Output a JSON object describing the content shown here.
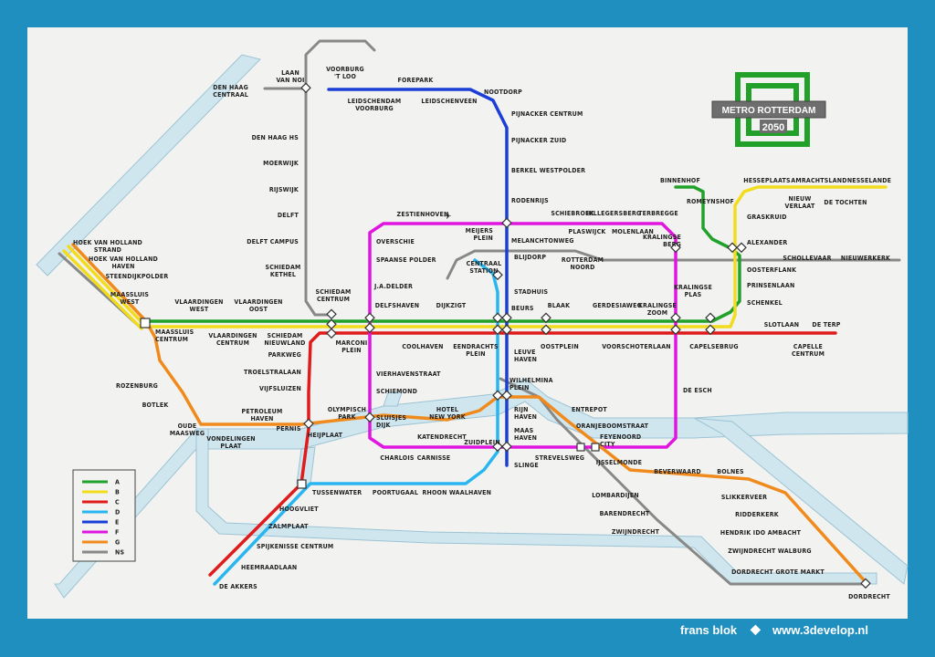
{
  "title": {
    "line1": "METRO ROTTERDAM",
    "line2": "2050"
  },
  "colors": {
    "A": "#22a12a",
    "B": "#f2dc1e",
    "C": "#e01b1b",
    "D": "#29b6f0",
    "E": "#1b3fd6",
    "F": "#e016e0",
    "G": "#f08a1c",
    "NS": "#888888",
    "water": "#cfe6ef",
    "frame": "#1e8fbf"
  },
  "legend": [
    {
      "key": "A",
      "label": "A"
    },
    {
      "key": "B",
      "label": "B"
    },
    {
      "key": "C",
      "label": "C"
    },
    {
      "key": "D",
      "label": "D"
    },
    {
      "key": "E",
      "label": "E"
    },
    {
      "key": "F",
      "label": "F"
    },
    {
      "key": "G",
      "label": "G"
    },
    {
      "key": "NS",
      "label": "NS"
    }
  ],
  "footer": {
    "author": "frans blok",
    "site": "www.3develop.nl"
  },
  "stations": {
    "den_haag_centraal": [
      "DEN HAAG",
      "CENTRAAL"
    ],
    "laan_van_noi": [
      "LAAN",
      "VAN NOI"
    ],
    "voorburg_tloo": [
      "VOORBURG",
      "'T LOO"
    ],
    "forepark": [
      "FOREPARK"
    ],
    "leidschendam": [
      "LEIDSCHENDAM",
      "VOORBURG"
    ],
    "leidschenveen": [
      "LEIDSCHENVEEN"
    ],
    "nootdorp": [
      "NOOTDORP"
    ],
    "pijnacker_centrum": [
      "PIJNACKER CENTRUM"
    ],
    "pijnacker_zuid": [
      "PIJNACKER ZUID"
    ],
    "berkel": [
      "BERKEL WESTPOLDER"
    ],
    "rodenrijs": [
      "RODENRIJS"
    ],
    "den_haag_hs": [
      "DEN HAAG HS"
    ],
    "moerwijk": [
      "MOERWIJK"
    ],
    "rijswijk": [
      "RIJSWIJK"
    ],
    "delft": [
      "DELFT"
    ],
    "delft_campus": [
      "DELFT CAMPUS"
    ],
    "schiedam_kethel": [
      "SCHIEDAM",
      "KETHEL"
    ],
    "zestienhoven": [
      "ZESTIENHOVEN"
    ],
    "overschie": [
      "OVERSCHIE"
    ],
    "spaanse_polder": [
      "SPAANSE POLDER"
    ],
    "meijersplein": [
      "MEIJERS",
      "PLEIN"
    ],
    "melanchtonweg": [
      "MELANCHTONWEG"
    ],
    "schiebroek": [
      "SCHIEBROEK"
    ],
    "hillegersberg": [
      "HILLEGERSBERG"
    ],
    "terbregge": [
      "TERBREGGE"
    ],
    "plaswijck": [
      "PLASWIJCK"
    ],
    "molenlaan": [
      "MOLENLAAN"
    ],
    "kralingse_berg": [
      "KRALINGSE",
      "BERG"
    ],
    "binnenhof": [
      "BINNENHOF"
    ],
    "romeynshof": [
      "ROMEYNSHOF"
    ],
    "hesseplaats": [
      "HESSEPLAATS"
    ],
    "nieuw_verlaat": [
      "NIEUW",
      "VERLAAT"
    ],
    "amerachtsland": [
      "AMRACHTSLAND"
    ],
    "de_tochten": [
      "DE TOCHTEN"
    ],
    "nesselande": [
      "NESSELANDE"
    ],
    "graskruid": [
      "GRASKRUID"
    ],
    "alexander": [
      "ALEXANDER"
    ],
    "schollevaar": [
      "SCHOLLEVAAR"
    ],
    "nieuwerkerk": [
      "NIEUWERKERK"
    ],
    "oosterflank": [
      "OOSTERFLANK"
    ],
    "prinsenlaan": [
      "PRINSENLAAN"
    ],
    "schenkel": [
      "SCHENKEL"
    ],
    "hoek_strand": [
      "HOEK VAN HOLLAND",
      "STRAND"
    ],
    "hoek_haven": [
      "HOEK VAN HOLLAND",
      "HAVEN"
    ],
    "steendijkpolder": [
      "STEENDIJKPOLDER"
    ],
    "maassluis_west": [
      "MAASSLUIS",
      "WEST"
    ],
    "maassluis_centrum": [
      "MAASSLUIS",
      "CENTRUM"
    ],
    "vlaardingen_west": [
      "VLAARDINGEN",
      "WEST"
    ],
    "vlaardingen_oost": [
      "VLAARDINGEN",
      "OOST"
    ],
    "schiedam_centrum": [
      "SCHIEDAM",
      "CENTRUM"
    ],
    "centraal_station": [
      "CENTRAAL",
      "STATION"
    ],
    "blijdorp": [
      "BLIJDORP"
    ],
    "rotterdam_noord": [
      "ROTTERDAM",
      "NOORD"
    ],
    "stadhuis": [
      "STADHUIS"
    ],
    "ja_delder": [
      "J.A.DELDER"
    ],
    "delfshaven": [
      "DELFSHAVEN"
    ],
    "dijkzigt": [
      "DIJKZIGT"
    ],
    "beurs": [
      "BEURS"
    ],
    "blaak": [
      "BLAAK"
    ],
    "gerdesiaweg": [
      "GERDESIAWEG"
    ],
    "kralingse_zoom": [
      "KRALINGSE",
      "ZOOM"
    ],
    "kralingse_plas": [
      "KRALINGSE",
      "PLAS"
    ],
    "vlaardingen_centrum": [
      "VLAARDINGEN",
      "CENTRUM"
    ],
    "schiedam_nieuwland": [
      "SCHIEDAM",
      "NIEUWLAND"
    ],
    "marconiplein": [
      "MARCONI",
      "PLEIN"
    ],
    "coolhaven": [
      "COOLHAVEN"
    ],
    "eendrachtsplein": [
      "EENDRACHTS",
      "PLEIN"
    ],
    "leuvehaven": [
      "LEUVE",
      "HAVEN"
    ],
    "oostplein": [
      "OOSTPLEIN"
    ],
    "voorschoterlaan": [
      "VOORSCHOTERLAAN"
    ],
    "capelsebrug": [
      "CAPELSEBRUG"
    ],
    "slotlaan": [
      "SLOTLAAN"
    ],
    "de_terp": [
      "DE TERP"
    ],
    "capelle_centrum": [
      "CAPELLE",
      "CENTRUM"
    ],
    "parkweg": [
      "PARKWEG"
    ],
    "troelstralaan": [
      "TROELSTRALAAN"
    ],
    "vijfsluizen": [
      "VIJFSLUIZEN"
    ],
    "vierhavenstraat": [
      "VIERHAVENSTRAAT"
    ],
    "schiemond": [
      "SCHIEMOND"
    ],
    "wilhelminaplein": [
      "WILHELMINA",
      "PLEIN"
    ],
    "de_esch": [
      "DE ESCH"
    ],
    "rozenburg": [
      "ROZENBURG"
    ],
    "botlek": [
      "BOTLEK"
    ],
    "oude_maasweg": [
      "OUDE",
      "MAASWEG"
    ],
    "petroleumhaven": [
      "PETROLEUM",
      "HAVEN"
    ],
    "vondelingenplaat": [
      "VONDELINGEN",
      "PLAAT"
    ],
    "pernis": [
      "PERNIS"
    ],
    "heijplaat": [
      "HEIJPLAAT"
    ],
    "olympisch_park": [
      "OLYMPISCH",
      "PARK"
    ],
    "sluisjesdijk": [
      "SLUISJES",
      "DIJK"
    ],
    "hotel_new_york": [
      "HOTEL",
      "NEW YORK"
    ],
    "katendrecht": [
      "KATENDRECHT"
    ],
    "rijnhaven": [
      "RIJN",
      "HAVEN"
    ],
    "maashaven": [
      "MAAS",
      "HAVEN"
    ],
    "zuidplein": [
      "ZUIDPLEIN"
    ],
    "charlois": [
      "CHARLOIS"
    ],
    "carnisse": [
      "CARNISSE"
    ],
    "slinge": [
      "SLINGE"
    ],
    "strevelsweg": [
      "STREVELSWEG"
    ],
    "entrepot": [
      "ENTREPOT"
    ],
    "oranjeboomstraat": [
      "ORANJEBOOMSTRAAT"
    ],
    "feijenoord_city": [
      "FEYENOORD",
      "CITY"
    ],
    "ijsselmonde": [
      "IJSSELMONDE"
    ],
    "beverwaard": [
      "BEVERWAARD"
    ],
    "bolnes": [
      "BOLNES"
    ],
    "slikkerveer": [
      "SLIKKERVEER"
    ],
    "ridderkerk": [
      "RIDDERKERK"
    ],
    "hendrik_ido_ambacht": [
      "HENDRIK IDO AMBACHT"
    ],
    "zwijndrecht_walburg": [
      "ZWIJNDRECHT WALBURG"
    ],
    "dordrecht_grote_markt": [
      "DORDRECHT GROTE MARKT"
    ],
    "dordrecht": [
      "DORDRECHT"
    ],
    "lombardijen": [
      "LOMBARDIJEN"
    ],
    "barendrecht": [
      "BARENDRECHT"
    ],
    "zwijndrecht": [
      "ZWIJNDRECHT"
    ],
    "tussenwater": [
      "TUSSENWATER"
    ],
    "poortugaal": [
      "POORTUGAAL"
    ],
    "rhoon": [
      "RHOON"
    ],
    "waalhaven": [
      "WAALHAVEN"
    ],
    "hoogvliet": [
      "HOOGVLIET"
    ],
    "zalmplaat": [
      "ZALMPLAAT"
    ],
    "spijkenisse_centrum": [
      "SPIJKENISSE CENTRUM"
    ],
    "heemraadlaan": [
      "HEEMRAADLAAN"
    ],
    "de_akkers": [
      "DE AKKERS"
    ]
  }
}
